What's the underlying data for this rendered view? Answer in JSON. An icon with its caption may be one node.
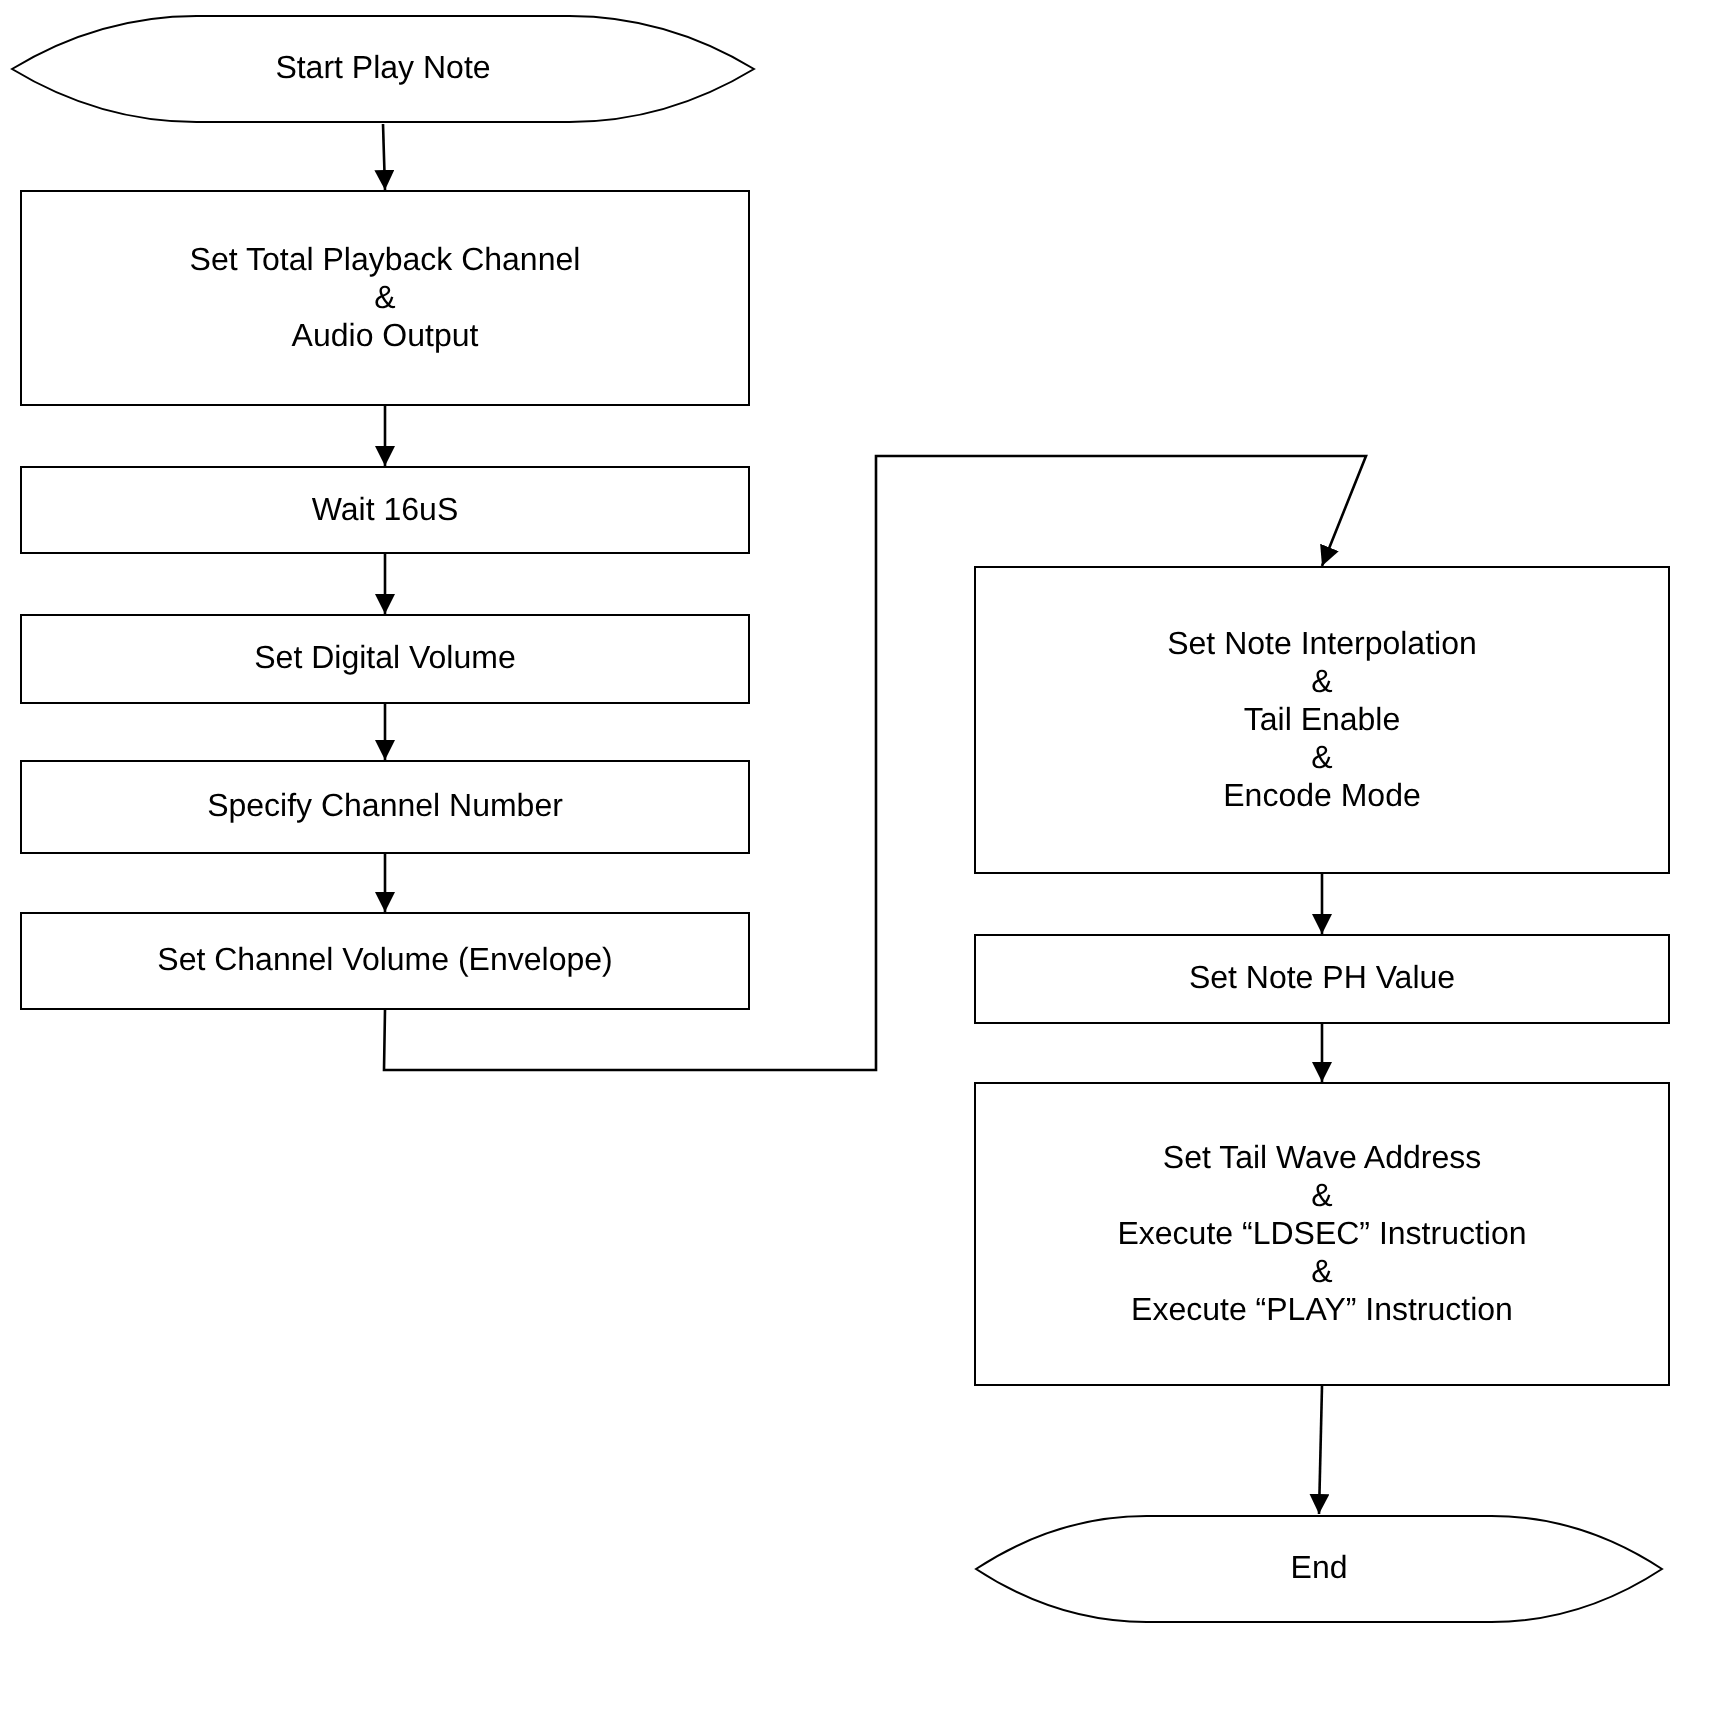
{
  "diagram": {
    "nodes": [
      {
        "text": [
          "Start Play Note"
        ]
      },
      {
        "text": [
          "Set Total Playback Channel",
          "&",
          "Audio Output"
        ]
      },
      {
        "text": [
          "Wait 16uS"
        ]
      },
      {
        "text": [
          "Set Digital Volume"
        ]
      },
      {
        "text": [
          "Specify Channel Number"
        ]
      },
      {
        "text": [
          "Set Channel Volume (Envelope)"
        ]
      },
      {
        "text": [
          "Set Note Interpolation",
          "&",
          "Tail Enable",
          "&",
          "Encode Mode"
        ]
      },
      {
        "text": [
          "Set Note PH Value"
        ]
      },
      {
        "text": [
          "Set Tail Wave Address",
          "&",
          "Execute “LDSEC” Instruction",
          "&",
          "Execute “PLAY” Instruction"
        ]
      },
      {
        "text": [
          "End"
        ]
      }
    ],
    "edges": [
      {
        "from": 0,
        "to": 1,
        "arrow": "to"
      },
      {
        "from": 1,
        "to": 2,
        "arrow": "to"
      },
      {
        "from": 2,
        "to": 3,
        "arrow": "to"
      },
      {
        "from": 3,
        "to": 4,
        "arrow": "to"
      },
      {
        "from": 4,
        "to": 5,
        "arrow": "to"
      },
      {
        "from": 5,
        "to": 6,
        "arrow": "to"
      },
      {
        "from": 6,
        "to": 7,
        "arrow": "to"
      },
      {
        "from": 7,
        "to": 8,
        "arrow": "to"
      },
      {
        "from": 8,
        "to": 9,
        "arrow": "to"
      }
    ]
  }
}
